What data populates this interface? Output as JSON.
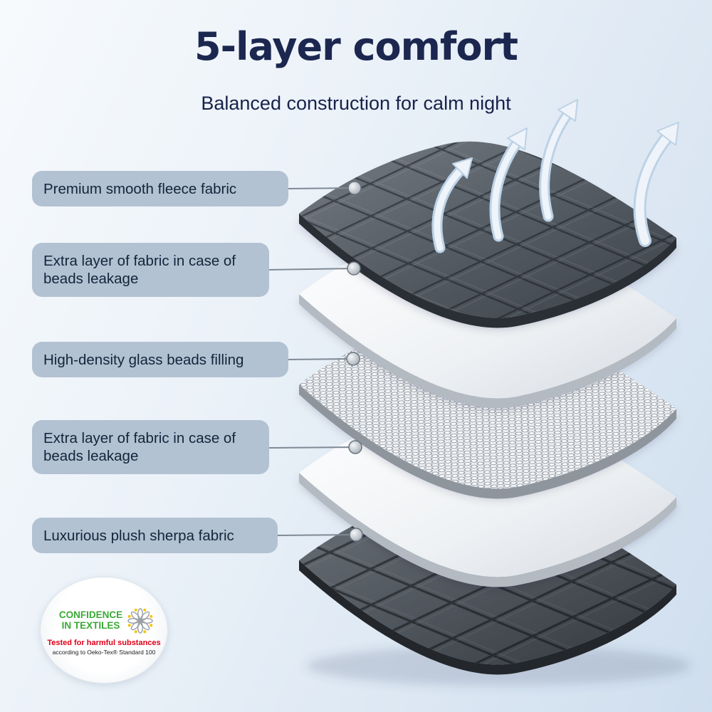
{
  "header": {
    "title": "5-layer comfort",
    "subtitle": "Balanced construction for calm night"
  },
  "callouts": [
    {
      "label": "Premium smooth fleece fabric"
    },
    {
      "label": "Extra layer of fabric in case of beads leakage"
    },
    {
      "label": "High-density glass beads filling"
    },
    {
      "label": "Extra layer of fabric in case of beads leakage"
    },
    {
      "label": "Luxurious plush sherpa fabric"
    }
  ],
  "diagram": {
    "layer_count": 5,
    "airflow_arrow_count": 4
  },
  "certification": {
    "title_line1": "CONFIDENCE",
    "title_line2": "IN TEXTILES",
    "subtitle": "Tested for harmful substances",
    "standard": "according to Oeko-Tex® Standard 100"
  },
  "colors": {
    "background_start": "#f7fafd",
    "background_end": "#cfdeee",
    "title_text": "#1c2750",
    "pill_bg": "#b3c2d2",
    "pill_text": "#13253c",
    "fabric_dark": "#4b525a",
    "sheet_white": "#f1f3f6",
    "cert_green": "#3aaa35",
    "cert_red": "#e2001a"
  }
}
